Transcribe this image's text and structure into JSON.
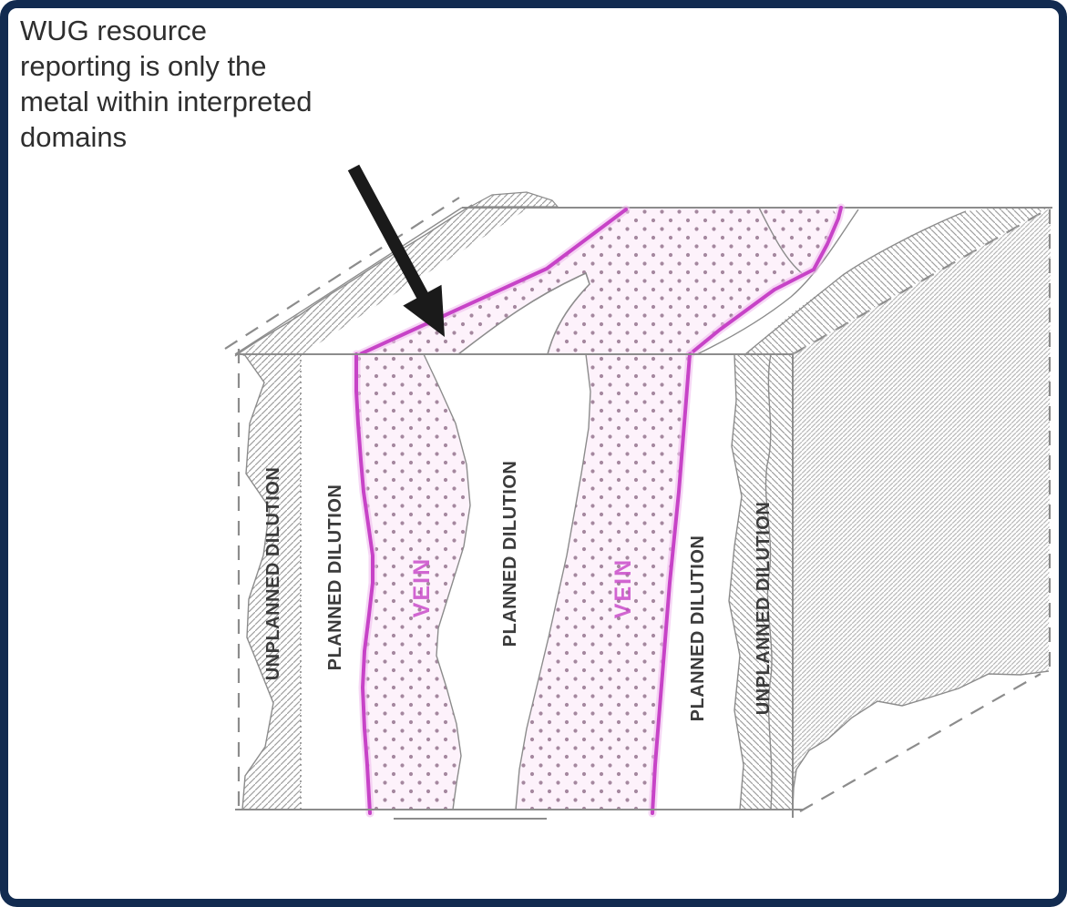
{
  "annotation": {
    "lines": [
      "WUG resource",
      "reporting is only the",
      "metal within interpreted",
      "domains"
    ]
  },
  "diagram": {
    "labels": {
      "unplanned_left": "UNPLANNED DILUTION",
      "planned_left": "PLANNED DILUTION",
      "vein_left": "VEIN",
      "planned_center": "PLANNED DILUTION",
      "vein_right": "VEIN",
      "planned_right": "PLANNED DILUTION",
      "unplanned_right": "UNPLANNED DILUTION"
    },
    "colors": {
      "border": "#122b50",
      "line": "#8c8c8c",
      "hatch": "#9d9d9d",
      "hatch_face": "#b7b7b7",
      "label": "#3b3b3b",
      "vein_outline": "#c743c7",
      "vein_halo": "#f0bdef",
      "vein_fill": "#fdf2fb",
      "vein_dot": "#a5889f",
      "arrow": "#1a1a1a",
      "text": "#2e2e2e"
    }
  }
}
